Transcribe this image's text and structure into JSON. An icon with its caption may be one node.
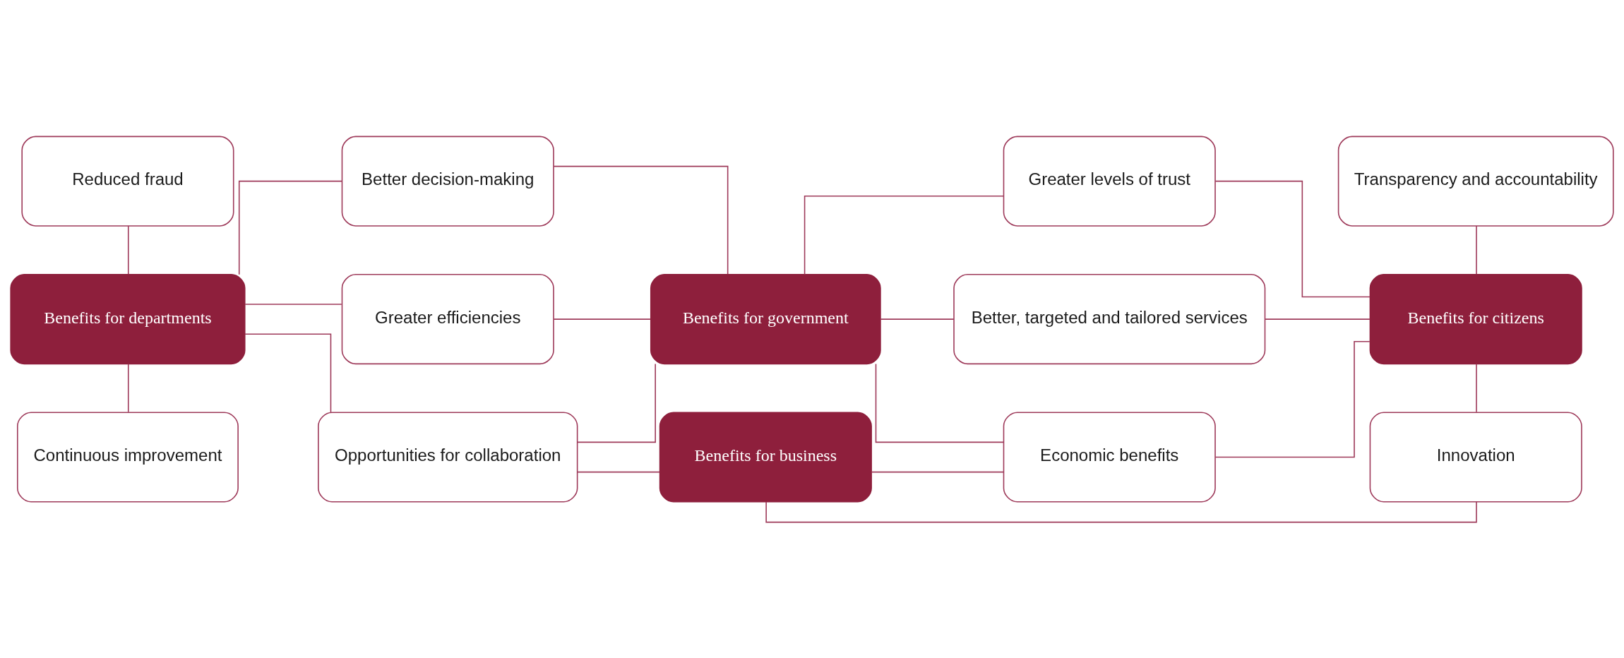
{
  "diagram": {
    "nodes": [
      {
        "text": [
          "Reduced fraud"
        ]
      },
      {
        "text": [
          "Better decision-making"
        ]
      },
      {
        "text": [
          "Greater levels of trust"
        ]
      },
      {
        "text": [
          "Transparency and accountability"
        ]
      },
      {
        "text": [
          "Benefits for departments"
        ]
      },
      {
        "text": [
          "Greater efficiencies"
        ]
      },
      {
        "text": [
          "Benefits for government"
        ]
      },
      {
        "text": [
          "Better, targeted and tailored services"
        ]
      },
      {
        "text": [
          "Benefits for citizens"
        ]
      },
      {
        "text": [
          "Continuous improvement"
        ]
      },
      {
        "text": [
          "Opportunities for collaboration"
        ]
      },
      {
        "text": [
          "Economic benefits"
        ]
      },
      {
        "text": [
          "Innovation"
        ]
      },
      {
        "text": [
          "Benefits for business"
        ]
      }
    ],
    "edges": [
      {
        "from": 0,
        "to": 4,
        "arrow": "none"
      },
      {
        "from": 4,
        "to": 9,
        "arrow": "none"
      },
      {
        "from": 4,
        "to": 1,
        "arrow": "none"
      },
      {
        "from": 4,
        "to": 5,
        "arrow": "none"
      },
      {
        "from": 4,
        "to": 10,
        "arrow": "none"
      },
      {
        "from": 1,
        "to": 6,
        "arrow": "none"
      },
      {
        "from": 5,
        "to": 6,
        "arrow": "none"
      },
      {
        "from": 10,
        "to": 6,
        "arrow": "none"
      },
      {
        "from": 6,
        "to": 2,
        "arrow": "none"
      },
      {
        "from": 6,
        "to": 7,
        "arrow": "none"
      },
      {
        "from": 6,
        "to": 11,
        "arrow": "none"
      },
      {
        "from": 2,
        "to": 8,
        "arrow": "none"
      },
      {
        "from": 7,
        "to": 8,
        "arrow": "none"
      },
      {
        "from": 11,
        "to": 8,
        "arrow": "none"
      },
      {
        "from": 3,
        "to": 8,
        "arrow": "none"
      },
      {
        "from": 8,
        "to": 12,
        "arrow": "none"
      },
      {
        "from": 10,
        "to": 13,
        "arrow": "none"
      },
      {
        "from": 11,
        "to": 13,
        "arrow": "none"
      },
      {
        "from": 12,
        "to": 13,
        "arrow": "none"
      }
    ]
  }
}
